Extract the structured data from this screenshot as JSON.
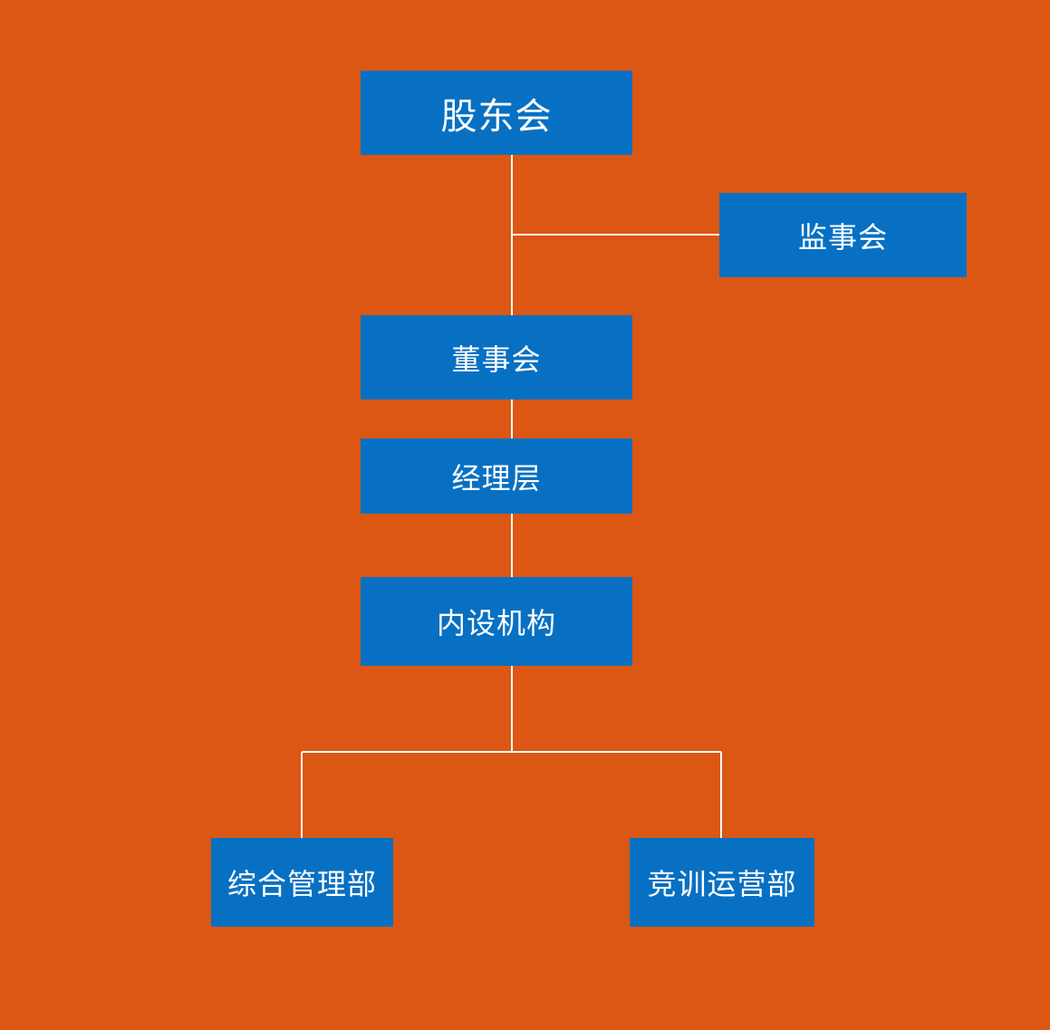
{
  "diagram": {
    "background_color": "#DB5713",
    "node_color": "#0870C2",
    "line_color": "#FFFFFF",
    "nodes": {
      "shareholders": "股东会",
      "supervisors": "监事会",
      "board": "董事会",
      "management": "经理层",
      "internal": "内设机构",
      "admin": "综合管理部",
      "operations": "竞训运营部"
    },
    "edges": [
      [
        "shareholders",
        "board"
      ],
      [
        "shareholders",
        "supervisors"
      ],
      [
        "board",
        "management"
      ],
      [
        "management",
        "internal"
      ],
      [
        "internal",
        "admin"
      ],
      [
        "internal",
        "operations"
      ]
    ]
  }
}
